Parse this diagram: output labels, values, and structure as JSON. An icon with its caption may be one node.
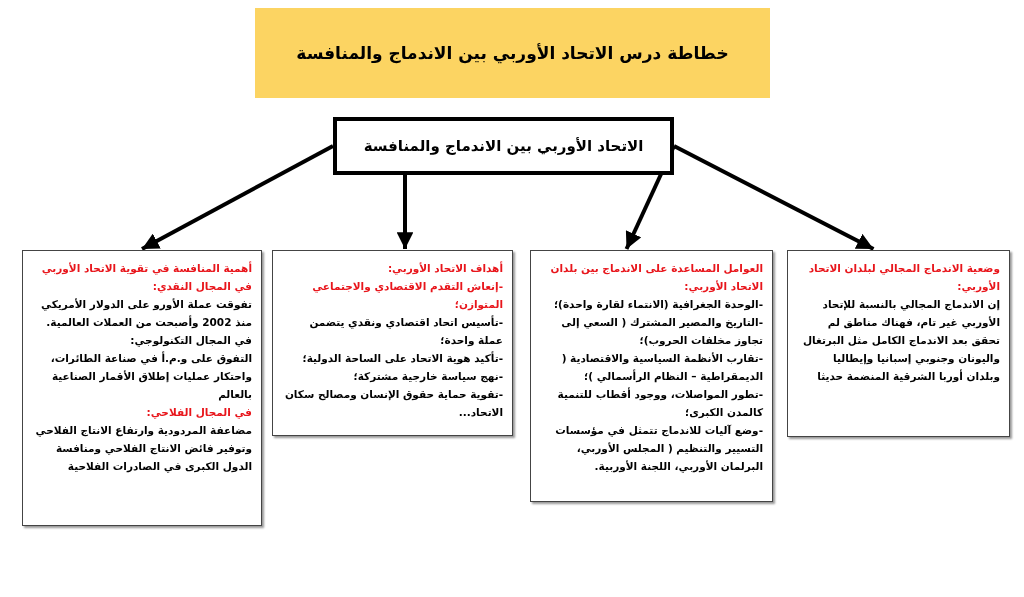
{
  "diagram": {
    "title": "خطاطة درس الاتحاد الأوربي بين الاندماج والمنافسة",
    "nodes": [
      {
        "text": [
          "الاتحاد الأوربي بين الاندماج والمنافسة"
        ]
      },
      {
        "text": [
          "وضعية الاندماج المجالي لبلدان الاتحاد الأوربي:",
          "إن الاندماج المجالي بالنسبة للإتحاد الأوربي غير تام، فهناك مناطق لم تحقق بعد الاندماج الكامل مثل البرتغال واليونان وجنوبي إسبانيا وإيطاليا وبلدان أوربا الشرقية المنضمة حديثا"
        ]
      },
      {
        "text": [
          "العوامل المساعدة على الاندماج بين بلدان الاتحاد الأوربي:",
          "-الوحدة الجغرافية (الانتماء لقارة واحدة)؛",
          "-التاريخ والمصير المشترك ( السعي إلى تجاوز مخلفات الحروب)؛",
          "-تقارب الأنظمة السياسية والاقتصادية ( الديمقراطية – النظام الرأسمالي )؛",
          "-تطور المواصلات، ووجود أقطاب للتنمية كالمدن الكبرى؛",
          "-وضع آليات للاندماج تتمثل في مؤسسات التسيير والتنظيم ( المجلس الأوربي، البرلمان الأوربي، اللجنة الأوربية."
        ]
      },
      {
        "text": [
          "أهداف الاتحاد الأوربي:",
          "-إنعاش التقدم الاقتصادي والاجتماعي المتوازن؛",
          "-تأسيس اتحاد اقتصادي ونقدي يتضمن عملة واحدة؛",
          "-تأكيد هوية الاتحاد على الساحة الدولية؛",
          "-نهج سياسة خارجية مشتركة؛",
          "-تقوية حماية حقوق الإنسان ومصالح سكان الاتحاد..."
        ]
      },
      {
        "text": [
          "أهمية المنافسة في تقوية الاتحاد الأوربي",
          "في المجال النقدي:",
          "تفوقت عملة الأورو على الدولار الأمريكي منذ 2002 وأصبحت من العملات العالمية.",
          "في المجال التكنولوجي:",
          "التفوق على و.م.أ في صناعة الطائرات، واحتكار عمليات إطلاق الأقمار الصناعية بالعالم",
          "في المجال الفلاحي:",
          "مضاعفة المردودية وارتفاع الانتاج الفلاحي وتوفير فائض الانتاج الفلاحي ومنافسة الدول الكبرى في الصادرات الفلاحية"
        ]
      }
    ],
    "edges": [
      {
        "from": 0,
        "to": 1,
        "arrow": "to"
      },
      {
        "from": 0,
        "to": 2,
        "arrow": "to"
      },
      {
        "from": 0,
        "to": 3,
        "arrow": "to"
      },
      {
        "from": 0,
        "to": 4,
        "arrow": "to"
      }
    ]
  }
}
